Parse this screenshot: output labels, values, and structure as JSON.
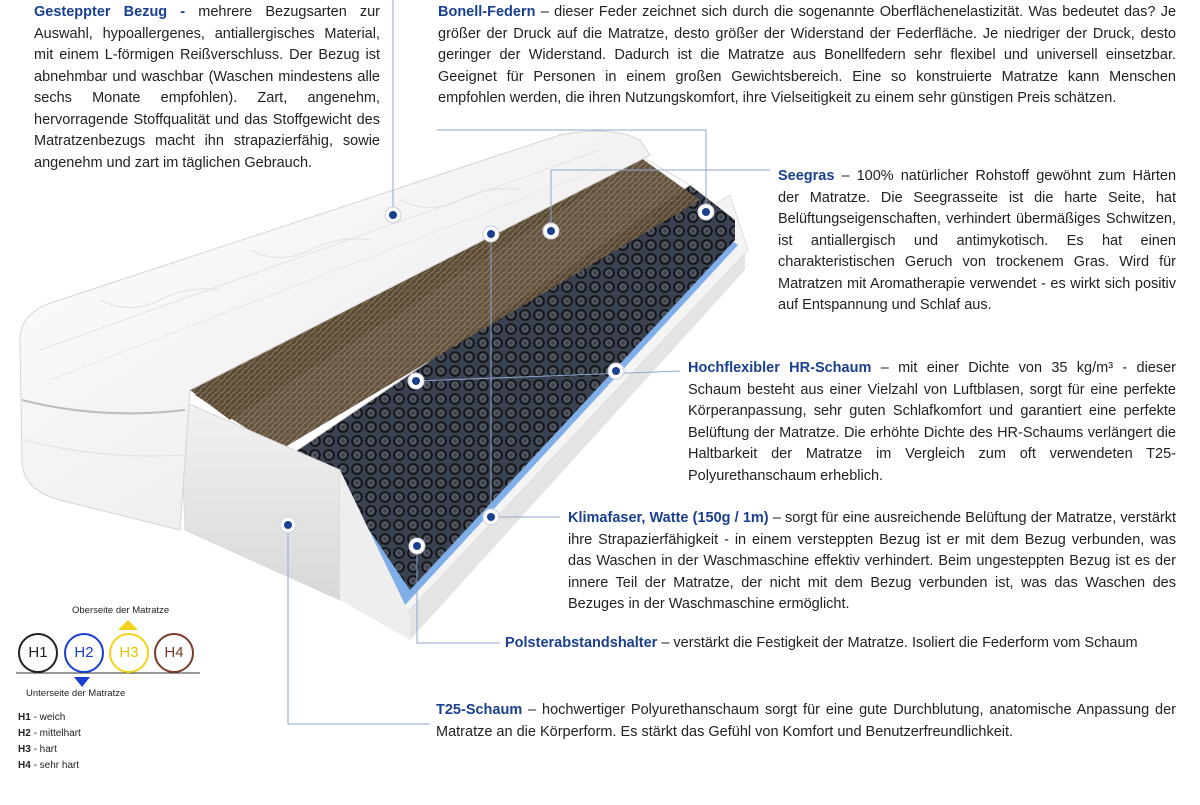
{
  "colors": {
    "heading": "#1a3f8f",
    "text": "#222222",
    "dot": "#1a3f8f",
    "line": "#8fa6cf",
    "H1": "#222222",
    "H2": "#1a3fd0",
    "H3": "#f2d21a",
    "H4": "#7a3b2a"
  },
  "bezug": {
    "title": "Gesteppter Bezug -",
    "text": "mehrere Bezugsarten zur Auswahl, hypoallergenes, antiallergisches Material, mit einem L-förmigen Reißverschluss. Der Bezug ist abnehmbar und waschbar (Waschen mindestens alle sechs Monate empfohlen). Zart, angenehm, hervorragende Stoffqualität und das Stoffgewicht des Matratzenbezugs macht ihn strapazierfähig, sowie angenehm und zart im täglichen Gebrauch."
  },
  "bonell": {
    "title": "Bonell-Federn",
    "text": "– dieser Feder zeichnet sich durch die sogenannte Oberflächenelastizität. Was bedeutet das? Je größer der Druck auf die Matratze, desto größer der Widerstand der Federfläche. Je niedriger der Druck, desto geringer der Widerstand. Dadurch ist die Matratze aus Bonellfedern sehr flexibel und universell einsetzbar. Geeignet für Personen in einem großen Gewichtsbereich. Eine so konstruierte Matratze kann Menschen empfohlen werden, die ihren Nutzungskomfort, ihre Vielseitigkeit zu einem sehr günstigen Preis schätzen."
  },
  "seegras": {
    "title": "Seegras",
    "text": "– 100% natürlicher Rohstoff gewöhnt zum Härten der Matratze. Die Seegrasseite ist die harte Seite, hat Belüftungseigenschaften, verhindert übermäßiges Schwitzen, ist antiallergisch und antimykotisch. Es hat einen charakteristischen Geruch von trockenem Gras. Wird für Matratzen mit Aromatherapie verwendet - es wirkt sich positiv auf Entspannung und Schlaf aus."
  },
  "hr": {
    "title": "Hochflexibler HR-Schaum",
    "text": "– mit einer Dichte von 35 kg/m³ - dieser Schaum besteht aus einer Vielzahl von Luftblasen, sorgt für eine perfekte Körperanpassung, sehr guten Schlafkomfort und garantiert eine perfekte Belüftung der Matratze. Die erhöhte Dichte des HR-Schaums verlängert die Haltbarkeit der Matratze im Vergleich zum oft verwendeten T25-Polyurethanschaum erheblich."
  },
  "klima": {
    "title": "Klimafaser, Watte (150g / 1m)",
    "text": "– sorgt für eine ausreichende Belüftung der Matratze, verstärkt ihre Strapazierfähigkeit - in einem versteppten Bezug ist er mit dem Bezug verbunden, was das Waschen in der Waschmaschine effektiv verhindert. Beim ungesteppten Bezug ist es der innere Teil der Matratze, der nicht mit dem Bezug verbunden ist, was das Waschen des Bezuges in der Waschmaschine ermöglicht."
  },
  "polster": {
    "title": "Polsterabstandshalter",
    "text": "– verstärkt die Festigkeit der Matratze. Isoliert die Federform vom Schaum"
  },
  "t25": {
    "title": "T25-Schaum",
    "text": "– hochwertiger Polyurethanschaum sorgt für eine gute Durchblutung, anatomische Anpassung der Matratze an die Körperform. Es stärkt das Gefühl von Komfort und Benutzerfreundlichkeit."
  },
  "hardness": {
    "top_label": "Oberseite der Matratze",
    "bottom_label": "Unterseite der Matratze",
    "circles": [
      "H1",
      "H2",
      "H3",
      "H4"
    ],
    "legend": [
      {
        "code": "H1",
        "desc": " - weich"
      },
      {
        "code": "H2",
        "desc": " - mittelhart"
      },
      {
        "code": "H3",
        "desc": " - hart"
      },
      {
        "code": "H4",
        "desc": " - sehr hart"
      }
    ]
  }
}
